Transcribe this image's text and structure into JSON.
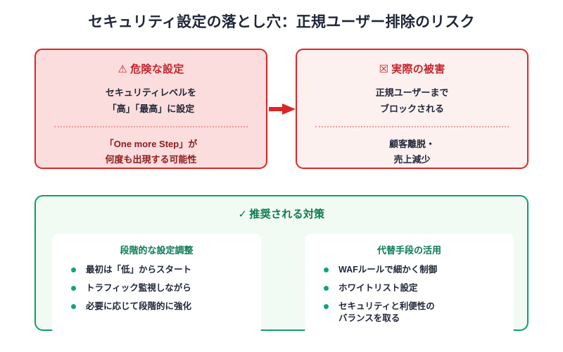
{
  "page": {
    "title": "セキュリティ設定の落とし穴：正規ユーザー排除のリスク"
  },
  "flow": {
    "arrow_icon": "arrow-right-icon",
    "cards": [
      {
        "icon": "warning-triangle-icon",
        "icon_glyph": "⚠",
        "heading": "危険な設定",
        "body_lines": [
          "セキュリティレベルを",
          "「高」「最高」に設定"
        ],
        "second_lines": [
          "「One more Step」が",
          "何度も出現する可能性"
        ]
      },
      {
        "icon": "missing-glyph-icon",
        "icon_glyph": "☒",
        "heading": "実際の被害",
        "body_lines": [
          "正規ユーザーまで",
          "ブロックされる"
        ],
        "second_lines": [
          "顧客離脱・",
          "売上減少"
        ]
      }
    ]
  },
  "recommendation": {
    "icon": "check-icon",
    "icon_glyph": "✓",
    "heading": "推奨される対策",
    "subcards": [
      {
        "title": "段階的な設定調整",
        "items": [
          {
            "line1": "最初は「低」からスタート",
            "line2": ""
          },
          {
            "line1": "トラフィック監視しながら",
            "line2": ""
          },
          {
            "line1": "必要に応じて段階的に強化",
            "line2": ""
          }
        ]
      },
      {
        "title": "代替手段の活用",
        "items": [
          {
            "line1": "WAFルールで細かく制御",
            "line2": ""
          },
          {
            "line1": "ホワイトリスト設定",
            "line2": ""
          },
          {
            "line1": "セキュリティと利便性の",
            "line2": "バランスを取る"
          }
        ]
      }
    ]
  },
  "colors": {
    "danger_border": "#dc2626",
    "danger_text": "#c0272d",
    "danger_fill_left": "#fbdddd",
    "danger_fill_right": "#fdf1f0",
    "success_border": "#0f9d6b",
    "success_text": "#0b7a53",
    "success_fill": "#f1fbf4",
    "bullet": "#10a37f",
    "body_text": "#1f2638"
  }
}
